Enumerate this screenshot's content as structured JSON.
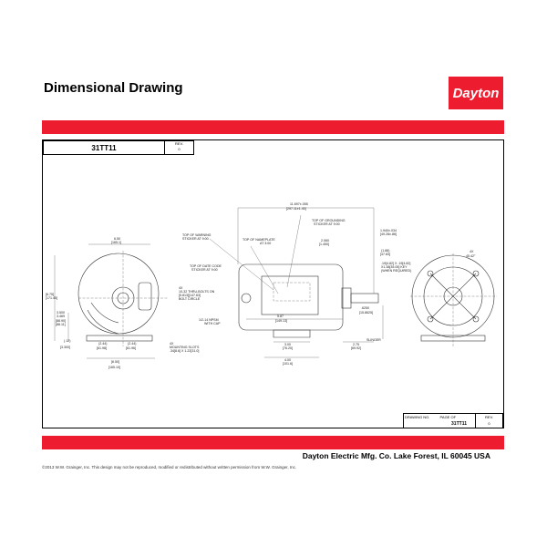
{
  "header": {
    "title": "Dimensional Drawing",
    "logo": "Dayton"
  },
  "title_block": {
    "drawing_no": "31TT11",
    "rev_label": "REV.",
    "rev": "0",
    "drawing_no_label": "DRAWING NO.",
    "page_of_label": "PAGE  OF"
  },
  "drawing": {
    "labels": [
      "6.50",
      "[165.1]",
      "[6.75]",
      "[171.45]",
      "3.500",
      "3.469",
      "[88.90]",
      "[88.11]",
      "(.12)",
      "[3.300]",
      "(2.44)",
      "[61.98]",
      "(2.44)",
      "[61.96]",
      "[6.50]",
      "[165.10]",
      "4X",
      "10-32 THRU-BOLTS ON",
      "[5.813][147.63]",
      "BOLT CIRCLE",
      "4X",
      "MOUNTING SLOTS",
      ".34[8.6] X 1.22[31.0]",
      "11.697±.055",
      "[297.11±1.40]",
      "TOP OF WARNING",
      "STICKER AT 9:00",
      "TOP OF NAMEPLATE",
      "AT 3:00",
      "TOP OF GROUNDING",
      "STICKER AT 9:00",
      "2.060",
      "[1.450]",
      "TOP OF DATE CODE",
      "STICKER AT 9:00",
      "1/2-14 NPSM",
      "WITH CAP",
      "5.87",
      "[149.13]",
      "3.00",
      "[76.20]",
      "4.00",
      "[101.6]",
      "2.75",
      "[69.92]",
      "1.940±.034",
      "[49.28±.86]",
      "(1.88)",
      "[47.83]",
      ".19[4.82] X .19[4.82]",
      "X1.38[35.05] KEY",
      "(WHEN REQUIRED)",
      ".6250",
      "[15.8625]",
      "SLINGER",
      "4X",
      "45.42°"
    ]
  },
  "footer": {
    "company": "Dayton Electric Mfg. Co.  Lake Forest, IL  60045  USA",
    "copyright": "©2013 W.W. Grainger, Inc.   This design may not be reproduced, modified or redistributed without written permission from W.W. Grainger, Inc."
  }
}
